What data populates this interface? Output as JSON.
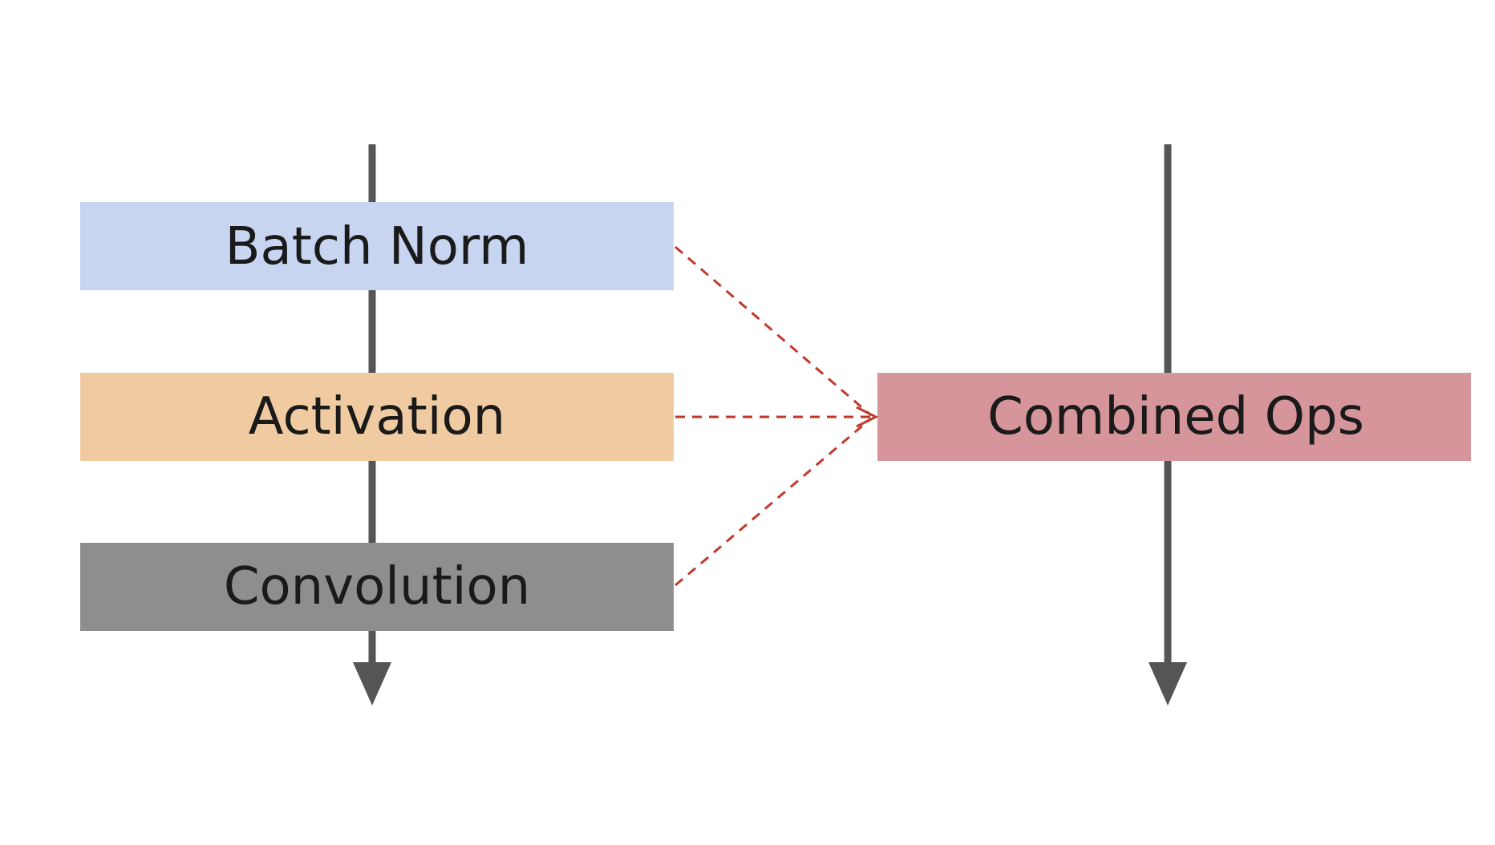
{
  "diagram": {
    "left_column": {
      "boxes": [
        {
          "label": "Batch Norm",
          "color": "#c7d5f1"
        },
        {
          "label": "Activation",
          "color": "#f0cba1"
        },
        {
          "label": "Convolution",
          "color": "#8e8e8e"
        }
      ]
    },
    "right_column": {
      "box": {
        "label": "Combined Ops",
        "color": "#d6959a"
      }
    },
    "colors": {
      "flow_line": "#555555",
      "merge_arrow": "#c0392b"
    }
  }
}
